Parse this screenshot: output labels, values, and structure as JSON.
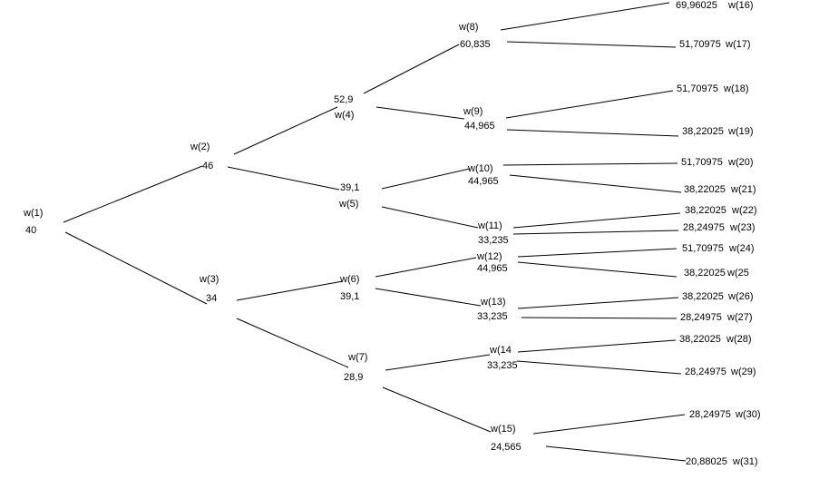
{
  "diagram": {
    "type": "binomial-tree",
    "line_color": "#000000",
    "nodes": [
      {
        "id": "w1",
        "name": "w(1)",
        "value": "40"
      },
      {
        "id": "w2",
        "name": "w(2)",
        "value": "46"
      },
      {
        "id": "w3",
        "name": "w(3)",
        "value": "34"
      },
      {
        "id": "w4",
        "name": "w(4)",
        "value": "52,9"
      },
      {
        "id": "w5",
        "name": "w(5)",
        "value": "39,1"
      },
      {
        "id": "w6",
        "name": "w(6)",
        "value": "39,1"
      },
      {
        "id": "w7",
        "name": "w(7)",
        "value": "28,9"
      },
      {
        "id": "w8",
        "name": "w(8)",
        "value": "60,835"
      },
      {
        "id": "w9",
        "name": "w(9)",
        "value": "44,965"
      },
      {
        "id": "w10",
        "name": "w(10)",
        "value": "44,965"
      },
      {
        "id": "w11",
        "name": "w(11)",
        "value": "33,235"
      },
      {
        "id": "w12",
        "name": "w(12)",
        "value": "44,965"
      },
      {
        "id": "w13",
        "name": "w(13)",
        "value": "33,235"
      },
      {
        "id": "w14",
        "name": "w(14",
        "value": "33,235"
      },
      {
        "id": "w15",
        "name": "w(15)",
        "value": "24,565"
      },
      {
        "id": "w16",
        "name": "w(16)",
        "value": "69,96025"
      },
      {
        "id": "w17",
        "name": "w(17)",
        "value": "51,70975"
      },
      {
        "id": "w18",
        "name": "w(18)",
        "value": "51,70975"
      },
      {
        "id": "w19",
        "name": "w(19)",
        "value": "38,22025"
      },
      {
        "id": "w20",
        "name": "w(20)",
        "value": "51,70975"
      },
      {
        "id": "w21",
        "name": "w(21)",
        "value": "38,22025"
      },
      {
        "id": "w22",
        "name": "w(22)",
        "value": "38,22025"
      },
      {
        "id": "w23",
        "name": "w(23)",
        "value": "28,24975"
      },
      {
        "id": "w24",
        "name": "w(24)",
        "value": "51,70975"
      },
      {
        "id": "w25",
        "name": "w(25",
        "value": "38,22025"
      },
      {
        "id": "w26",
        "name": "w(26)",
        "value": "38,22025"
      },
      {
        "id": "w27",
        "name": "w(27)",
        "value": "28,24975"
      },
      {
        "id": "w28",
        "name": "w(28)",
        "value": "38,22025"
      },
      {
        "id": "w29",
        "name": "w(29)",
        "value": "28,24975"
      },
      {
        "id": "w30",
        "name": "w(30)",
        "value": "28,24975"
      },
      {
        "id": "w31",
        "name": "w(31)",
        "value": "20,88025"
      }
    ],
    "edges": [
      [
        "w1",
        "w2"
      ],
      [
        "w1",
        "w3"
      ],
      [
        "w2",
        "w4"
      ],
      [
        "w2",
        "w5"
      ],
      [
        "w3",
        "w6"
      ],
      [
        "w3",
        "w7"
      ],
      [
        "w4",
        "w8"
      ],
      [
        "w4",
        "w9"
      ],
      [
        "w5",
        "w10"
      ],
      [
        "w5",
        "w11"
      ],
      [
        "w6",
        "w12"
      ],
      [
        "w6",
        "w13"
      ],
      [
        "w7",
        "w14"
      ],
      [
        "w7",
        "w15"
      ],
      [
        "w8",
        "w16"
      ],
      [
        "w8",
        "w17"
      ],
      [
        "w9",
        "w18"
      ],
      [
        "w9",
        "w19"
      ],
      [
        "w10",
        "w20"
      ],
      [
        "w10",
        "w21"
      ],
      [
        "w11",
        "w22"
      ],
      [
        "w11",
        "w23"
      ],
      [
        "w12",
        "w24"
      ],
      [
        "w12",
        "w25"
      ],
      [
        "w13",
        "w26"
      ],
      [
        "w13",
        "w27"
      ],
      [
        "w14",
        "w28"
      ],
      [
        "w14",
        "w29"
      ],
      [
        "w15",
        "w30"
      ],
      [
        "w15",
        "w31"
      ]
    ]
  }
}
